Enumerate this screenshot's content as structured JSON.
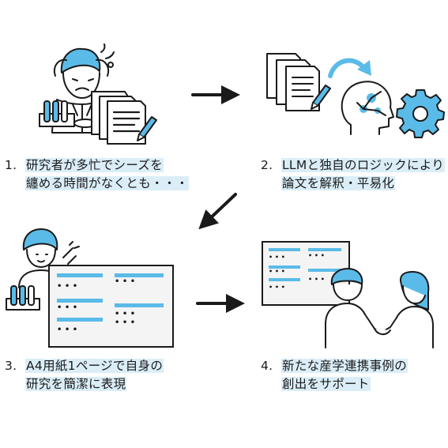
{
  "steps": [
    {
      "number": "1.",
      "line1": "研究者が多忙でシーズを",
      "line2": "纏める時間がなくとも・・・"
    },
    {
      "number": "2.",
      "line1": "LLMと独自のロジックにより",
      "line2": "論文を解釈・平易化"
    },
    {
      "number": "3.",
      "line1": "A4用紙1ページで自身の",
      "line2": "研究を簡潔に表現"
    },
    {
      "number": "4.",
      "line1": "新たな産学連携事例の",
      "line2": "創出をサポート"
    }
  ],
  "colors": {
    "accent": "#5bbbe8",
    "highlight": "#dbeef8",
    "ink": "#1a1a1a"
  },
  "icons": [
    "stressed-researcher-icon",
    "documents-icon",
    "ai-brain-icon",
    "gear-icon",
    "researcher-icon",
    "summary-sheet-icon",
    "handshake-icon",
    "arrow-icon"
  ]
}
